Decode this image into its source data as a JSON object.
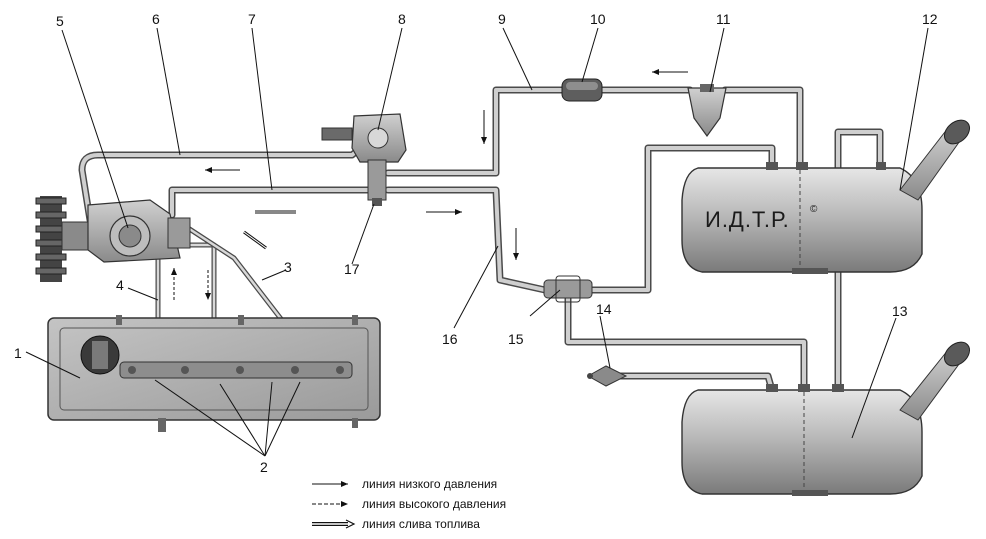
{
  "callouts": [
    "1",
    "2",
    "3",
    "4",
    "5",
    "6",
    "7",
    "8",
    "9",
    "10",
    "11",
    "12",
    "13",
    "14",
    "15",
    "16",
    "17"
  ],
  "watermark": "И.Д.Т.Р.",
  "watermark_mark": "©",
  "legend": {
    "low_pressure": "линия низкого давления",
    "high_pressure": "линия высокого давления",
    "return": "линия слива топлива"
  }
}
